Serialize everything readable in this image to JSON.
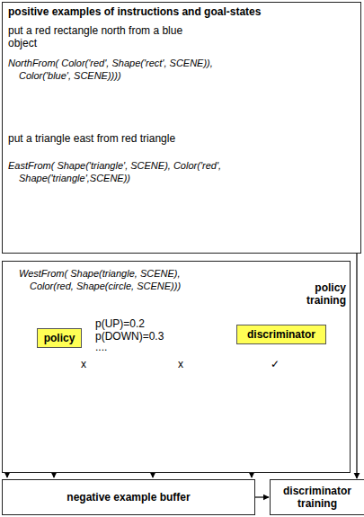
{
  "diagram": {
    "nodes": [
      {
        "text": [
          "positive examples of instructions and goal-states",
          "put a red rectangle north from a blue object",
          "NorthFrom( Color('red', Shape('rect', SCENE)), Color('blue', SCENE))))",
          "put a triangle east from red triangle",
          "EastFrom( Shape('triangle', SCENE), Color('red', Shape('triangle',SCENE))"
        ]
      },
      {
        "text": [
          "WestFrom( Shape(triangle, SCENE), Color(red, Shape(circle, SCENE)))",
          "policy training"
        ]
      },
      {
        "text": [
          "policy"
        ],
        "in": 1
      },
      {
        "text": [
          "discriminator"
        ],
        "in": 1
      },
      {
        "text": [
          "negative example buffer"
        ]
      },
      {
        "text": [
          "discriminator training"
        ]
      }
    ],
    "edges": [
      {
        "from": 0,
        "to": 5,
        "arrow": "to"
      },
      {
        "from": 4,
        "to": 5,
        "arrow": "to"
      }
    ],
    "labels": [
      "p(UP)=0.2",
      "p(DOWN)=0.3",
      "....",
      "x",
      "x",
      "✓"
    ]
  }
}
